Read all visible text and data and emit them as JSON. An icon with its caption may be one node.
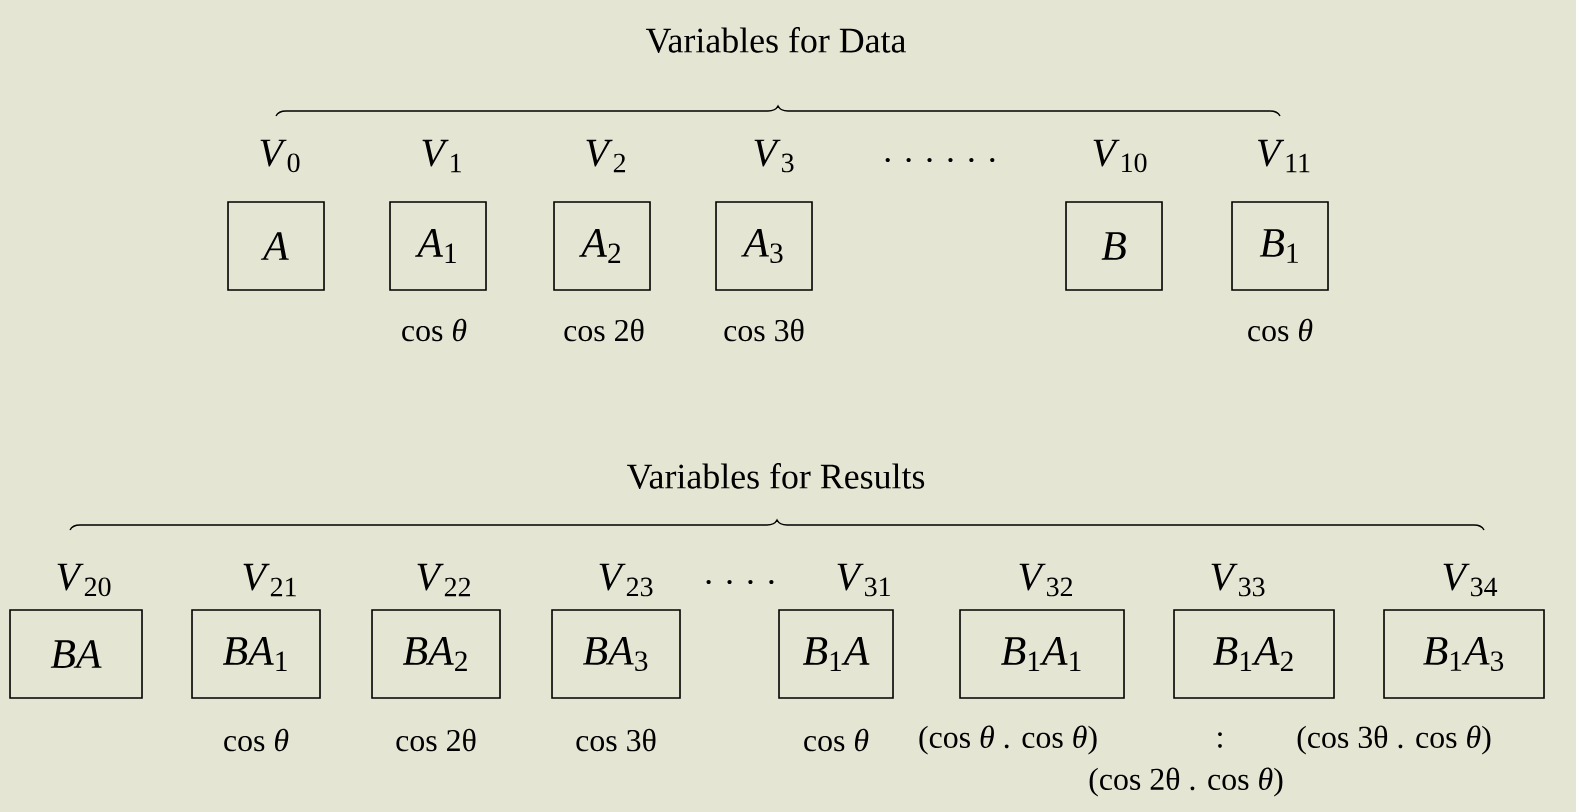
{
  "diagram": {
    "nodes": [
      {
        "text": [
          "*A*"
        ],
        "beside": [
          "*V*$_{0}$"
        ]
      },
      {
        "text": [
          "*A*$_{1}$"
        ],
        "beside": [
          "*V*$_{1}$",
          "cos *θ*"
        ]
      },
      {
        "text": [
          "*A*$_{2}$"
        ],
        "beside": [
          "*V*$_{2}$",
          "cos 2θ"
        ]
      },
      {
        "text": [
          "*A*$_{3}$"
        ],
        "beside": [
          "*V*$_{3}$",
          "cos 3θ"
        ]
      },
      {
        "text": [
          "*B*"
        ],
        "beside": [
          "*V*$_{10}$"
        ]
      },
      {
        "text": [
          "*B*$_{1}$"
        ],
        "beside": [
          "*V*$_{11}$",
          "cos *θ*"
        ]
      },
      {
        "text": [
          "*BA*"
        ],
        "beside": [
          "*V*$_{20}$"
        ]
      },
      {
        "text": [
          "*BA*$_{1}$"
        ],
        "beside": [
          "*V*$_{21}$",
          "cos *θ*"
        ]
      },
      {
        "text": [
          "*BA*$_{2}$"
        ],
        "beside": [
          "*V*$_{22}$",
          "cos 2θ"
        ]
      },
      {
        "text": [
          "*BA*$_{3}$"
        ],
        "beside": [
          "*V*$_{23}$",
          "cos 3θ"
        ]
      },
      {
        "text": [
          "*B*$_{1}$*A*"
        ],
        "beside": [
          "*V*$_{31}$",
          "cos *θ*"
        ]
      },
      {
        "text": [
          "*B*$_{1}$*A*$_{1}$"
        ],
        "beside": [
          "*V*$_{32}$",
          "(cos *θ* . cos *θ*)"
        ]
      },
      {
        "text": [
          "*B*$_{1}$*A*$_{2}$"
        ],
        "beside": [
          "*V*$_{33}$",
          ":",
          "(cos 2θ . cos *θ*)"
        ]
      },
      {
        "text": [
          "*B*$_{1}$*A*$_{3}$"
        ],
        "beside": [
          "*V*$_{34}$",
          "(cos 3θ . cos *θ*)"
        ]
      }
    ],
    "labels": [
      "Variables for Data",
      ". . . . . .",
      "Variables for Results",
      ". . . ."
    ]
  }
}
